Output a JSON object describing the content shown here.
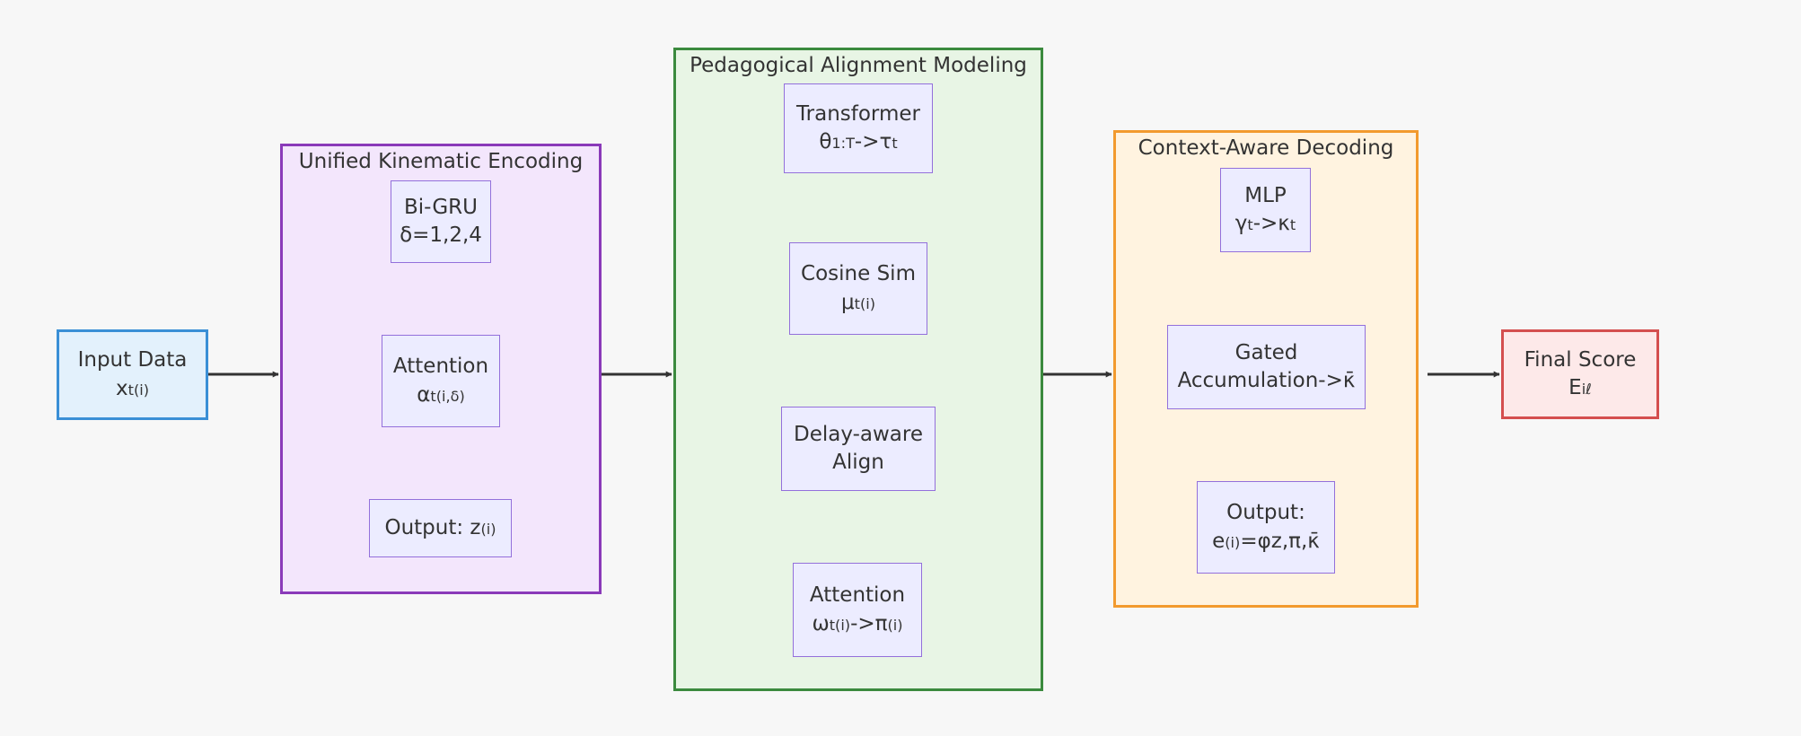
{
  "groups": {
    "kinematic": {
      "title": "Unified Kinematic Encoding",
      "stroke": "#8a3ab9",
      "fill": "#f3e6fc"
    },
    "pedagogical": {
      "title": "Pedagogical Alignment Modeling",
      "stroke": "#3b8a3e",
      "fill": "#e8f5e5"
    },
    "context": {
      "title": "Context-Aware Decoding",
      "stroke": "#f29a2e",
      "fill": "#fff3e0"
    }
  },
  "nodes": {
    "input": {
      "label": "Input Data",
      "math_base": "x",
      "math_sub": "t",
      "math_sup": "(i)"
    },
    "bigru": {
      "label": "Bi-GRU",
      "dilation": "δ=1,2,4"
    },
    "attention_kin": {
      "label": "Attention",
      "math_base": "α",
      "math_sub": "t",
      "math_sup": "(i,δ)"
    },
    "output_z": {
      "label": "Output: z",
      "math_sup": "(i)"
    },
    "transformer": {
      "label": "Transformer",
      "math_base": "θ",
      "math_sub": "1:T",
      "math_rest": "->τ",
      "math_rest_sub": "t"
    },
    "cosine": {
      "label": "Cosine Sim",
      "math_base": "μ",
      "math_sub": "t",
      "math_sup": "(i)"
    },
    "delay": {
      "line1": "Delay-aware",
      "line2": "Align"
    },
    "attention_ped": {
      "label": "Attention",
      "math_base": "ω",
      "math_sub": "t",
      "math_sup": "(i)",
      "math_rest": "->π",
      "math_rest_sup": "(i)"
    },
    "mlp": {
      "label": "MLP",
      "math_base": "γ",
      "math_sub": "t",
      "math_rest": "->κ",
      "math_rest_sub": "t"
    },
    "gated": {
      "line1": "Gated",
      "line2": "Accumulation->κ̄"
    },
    "output_e": {
      "label": "Output:",
      "math_base": "e",
      "math_sup": "(i)",
      "math_rest": "=φz,π,κ̄"
    },
    "final": {
      "label": "Final Score",
      "math_base": "E",
      "math_sub": "iℓ"
    }
  },
  "colors": {
    "node_fill": "#ECECFF",
    "node_stroke": "#9370DB",
    "edge": "#333333",
    "input_stroke": "#3a8fd6",
    "final_stroke": "#d44f4f"
  }
}
